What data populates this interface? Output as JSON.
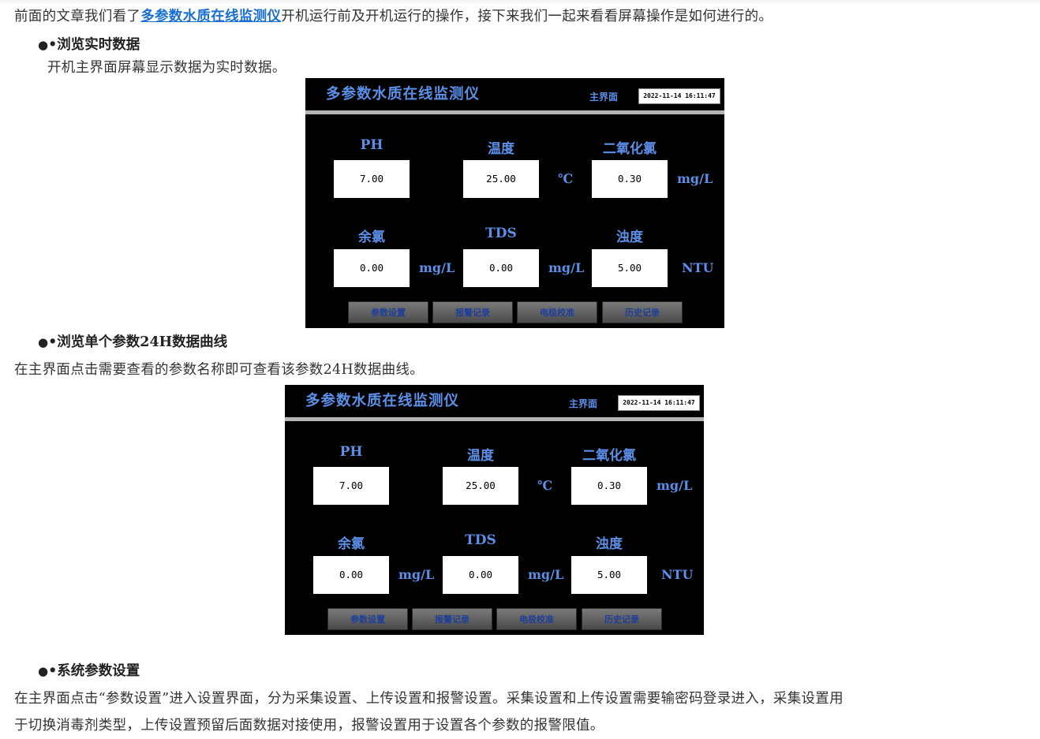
{
  "article": {
    "intro_prefix": "前面的文章我们看了",
    "intro_link": "多参数水质在线监测仪",
    "intro_suffix": "开机运行前及开机运行的操作，接下来我们一起来看看屏幕操作是如何进行的。",
    "section1_heading": "•浏览实时数据",
    "section1_text": "开机主界面屏幕显示数据为实时数据。",
    "section2_heading": "•浏览单个参数24H数据曲线",
    "section2_text": "在主界面点击需要查看的参数名称即可查看该参数24H数据曲线。",
    "section3_heading": "•系统参数设置",
    "section3_text_line1": "在主界面点击“参数设置”进入设置界面，分为采集设置、上传设置和报警设置。采集设置和上传设置需要输密码登录进入，采集设置用",
    "section3_text_line2": "于切换消毒剂类型，上传设置预留后面数据对接使用，报警设置用于设置各个参数的报警限值。",
    "bullet": "●",
    "link_color": "#1a6fd1"
  },
  "hmi": {
    "title": "多参数水质在线监测仪",
    "page_label": "主界面",
    "datetime": "2022-11-14 16:11:47",
    "params": {
      "ph": {
        "label": "PH",
        "value": "7.00",
        "unit": ""
      },
      "temp": {
        "label": "温度",
        "value": "25.00",
        "unit": "℃"
      },
      "clo2": {
        "label": "二氧化氯",
        "value": "0.30",
        "unit": "mg/L"
      },
      "chlorine": {
        "label": "余氯",
        "value": "0.00",
        "unit": "mg/L"
      },
      "tds": {
        "label": "TDS",
        "value": "0.00",
        "unit": "mg/L"
      },
      "turbidity": {
        "label": "浊度",
        "value": "5.00",
        "unit": "NTU"
      }
    },
    "buttons": {
      "settings": "参数设置",
      "alarm": "报警记录",
      "calibration": "电极校准",
      "history": "历史记录"
    },
    "colors": {
      "background": "#000000",
      "label_blue": "#5b8fe8",
      "bar_gray": "#b4b4b4"
    }
  }
}
